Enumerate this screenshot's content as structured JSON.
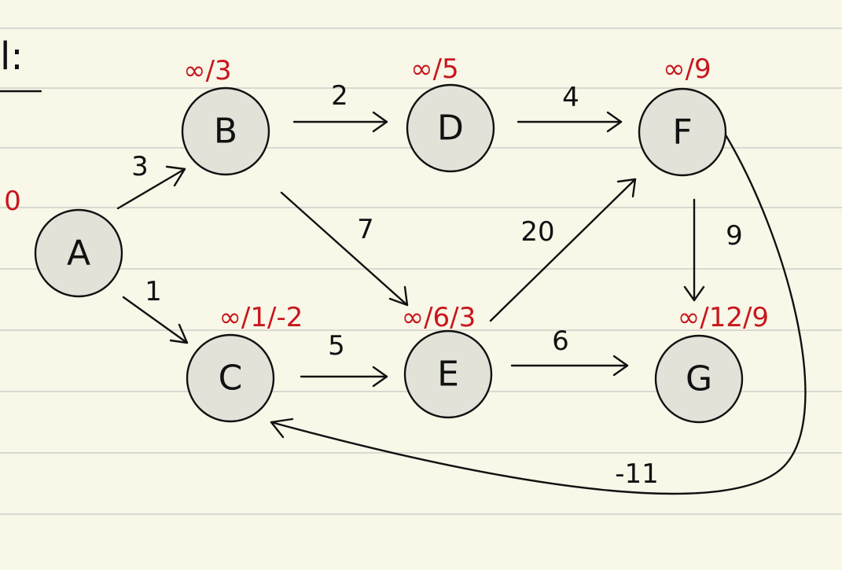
{
  "heading_fragment": "l:",
  "source_distance": "0",
  "nodes": [
    {
      "id": "A",
      "label": "A",
      "distance_label": ""
    },
    {
      "id": "B",
      "label": "B",
      "distance_label": "∞/3"
    },
    {
      "id": "C",
      "label": "C",
      "distance_label": "∞/1/-2"
    },
    {
      "id": "D",
      "label": "D",
      "distance_label": "∞/5"
    },
    {
      "id": "E",
      "label": "E",
      "distance_label": "∞/6/3"
    },
    {
      "id": "F",
      "label": "F",
      "distance_label": "∞/9"
    },
    {
      "id": "G",
      "label": "G",
      "distance_label": "∞/12/9"
    }
  ],
  "edges": [
    {
      "from": "A",
      "to": "B",
      "weight": "3"
    },
    {
      "from": "A",
      "to": "C",
      "weight": "1"
    },
    {
      "from": "B",
      "to": "D",
      "weight": "2"
    },
    {
      "from": "B",
      "to": "E",
      "weight": "7"
    },
    {
      "from": "C",
      "to": "E",
      "weight": "5"
    },
    {
      "from": "D",
      "to": "F",
      "weight": "4"
    },
    {
      "from": "E",
      "to": "F",
      "weight": "20"
    },
    {
      "from": "E",
      "to": "G",
      "weight": "6"
    },
    {
      "from": "F",
      "to": "G",
      "weight": "9"
    },
    {
      "from": "F",
      "to": "C",
      "weight": "-11"
    }
  ],
  "colors": {
    "paper": "#f8f7e8",
    "rule_line": "#d9d9d2",
    "ink": "#111111",
    "annotation": "#c8161d",
    "node_fill": "#e3e2d9"
  }
}
